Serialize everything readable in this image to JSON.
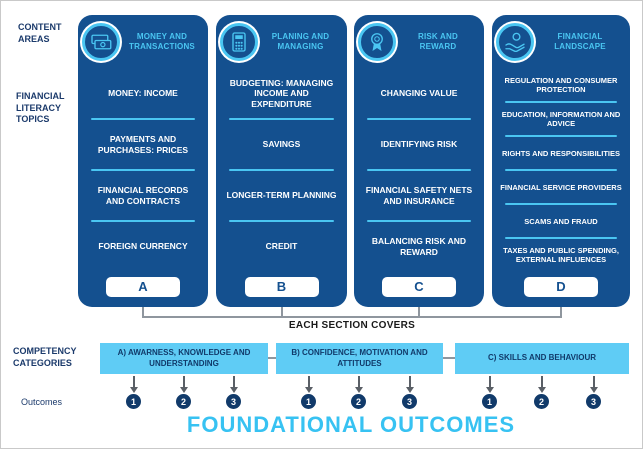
{
  "left_labels": {
    "content_areas": "CONTENT\nAREAS",
    "financial_literacy_topics": "FINANCIAL\nLITERACY\nTOPICS",
    "competency_categories": "COMPETENCY\nCATEGORIES",
    "outcomes": "Outcomes"
  },
  "columns": [
    {
      "letter": "A",
      "title": "MONEY AND\nTRANSACTIONS",
      "icon": "money-transactions-icon",
      "topics": [
        "MONEY: INCOME",
        "PAYMENTS AND PURCHASES: PRICES",
        "FINANCIAL RECORDS AND CONTRACTS",
        "FOREIGN CURRENCY"
      ]
    },
    {
      "letter": "B",
      "title": "PLANING AND\nMANAGING",
      "icon": "planning-managing-icon",
      "topics": [
        "BUDGETING: MANAGING INCOME AND EXPENDITURE",
        "SAVINGS",
        "LONGER-TERM PLANNING",
        "CREDIT"
      ]
    },
    {
      "letter": "C",
      "title": "RISK AND\nREWARD",
      "icon": "risk-reward-icon",
      "topics": [
        "CHANGING VALUE",
        "IDENTIFYING RISK",
        "FINANCIAL SAFETY NETS AND INSURANCE",
        "BALANCING RISK AND REWARD"
      ]
    },
    {
      "letter": "D",
      "title": "FINANCIAL\nLANDSCAPE",
      "icon": "financial-landscape-icon",
      "topics": [
        "REGULATION AND CONSUMER PROTECTION",
        "EDUCATION, INFORMATION AND ADVICE",
        "RIGHTS AND RESPONSIBILITIES",
        "FINANCIAL SERVICE PROVIDERS",
        "SCAMS AND FRAUD",
        "TAXES AND PUBLIC SPENDING, EXTERNAL INFLUENCES"
      ]
    }
  ],
  "bracket_label": "EACH SECTION COVERS",
  "competency_boxes": [
    {
      "label": "A) AWARNESS, KNOWLEDGE AND UNDERSTANDING",
      "outcome_numbers": [
        "1",
        "2",
        "3"
      ]
    },
    {
      "label": "B) CONFIDENCE, MOTIVATION AND ATTITUDES",
      "outcome_numbers": [
        "1",
        "2",
        "3"
      ]
    },
    {
      "label": "C) SKILLS AND BEHAVIOUR",
      "outcome_numbers": [
        "1",
        "2",
        "3"
      ]
    }
  ],
  "footer_title": "FOUNDATIONAL OUTCOMES",
  "colors": {
    "dark_blue": "#14508f",
    "cyan": "#4ac6f2",
    "navy": "#113a6a"
  }
}
